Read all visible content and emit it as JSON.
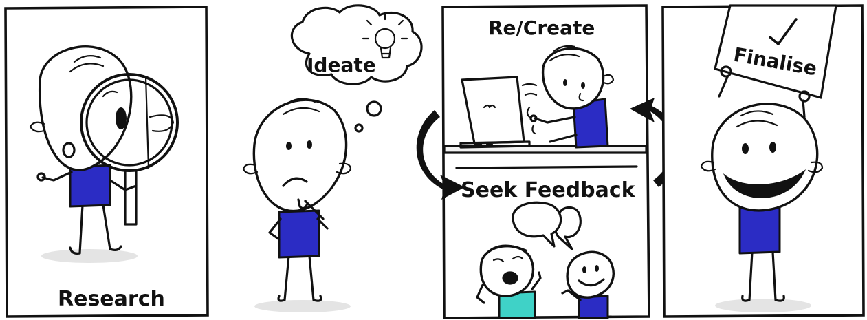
{
  "panels": {
    "research": {
      "label": "Research"
    },
    "ideate": {
      "label": "Ideate"
    },
    "recreate": {
      "label": "Re/Create"
    },
    "feedback": {
      "label": "Seek Feedback"
    },
    "finalise": {
      "label": "Finalise"
    }
  },
  "colors": {
    "shirt": "#2b2cc4",
    "shirt_alt": "#3fd2c7",
    "ink": "#111111",
    "shadow": "#e4e4e4"
  },
  "icons": [
    "magnifying-glass-icon",
    "lightbulb-icon",
    "laptop-icon",
    "speech-bubble-icon",
    "checkmark-icon",
    "cycle-arrow-icon"
  ]
}
